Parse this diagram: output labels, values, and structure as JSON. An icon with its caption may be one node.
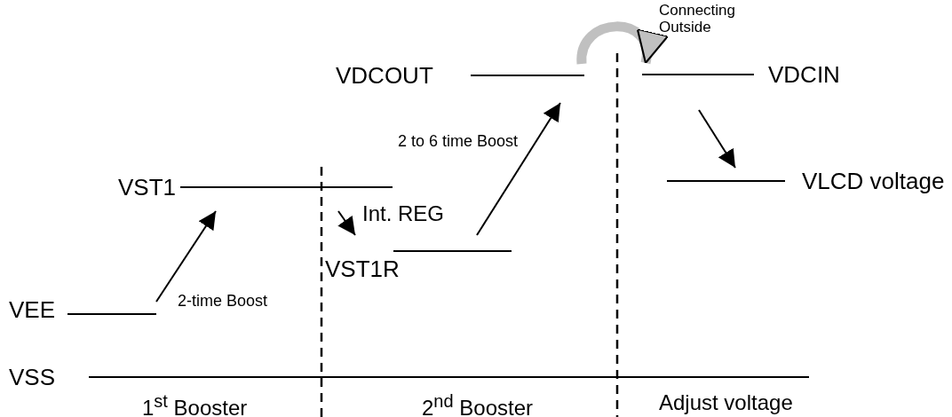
{
  "diagram": {
    "nodes": [
      {
        "text": [
          "VEE"
        ]
      },
      {
        "text": [
          "VST1"
        ]
      },
      {
        "text": [
          "VST1R"
        ]
      },
      {
        "text": [
          "VDCOUT"
        ]
      },
      {
        "text": [
          "VDCIN"
        ]
      },
      {
        "text": [
          "VLCD voltage"
        ]
      },
      {
        "text": [
          "VSS"
        ]
      }
    ],
    "edges": [
      {
        "from": 0,
        "to": 1,
        "arrow": "to",
        "label": "2-time Boost"
      },
      {
        "from": 1,
        "to": 2,
        "arrow": "to",
        "label": "Int. REG"
      },
      {
        "from": 2,
        "to": 3,
        "arrow": "to",
        "label": "2 to 6 time Boost"
      },
      {
        "from": 3,
        "to": 4,
        "arrow": "to",
        "label": "Connecting Outside",
        "style": "thick",
        "color": "#c0c0c0"
      },
      {
        "from": 4,
        "to": 5,
        "arrow": "to"
      }
    ],
    "labels": [
      "1$^{st}$ Booster",
      "2$^{nd}$ Booster",
      "Adjust voltage"
    ]
  }
}
